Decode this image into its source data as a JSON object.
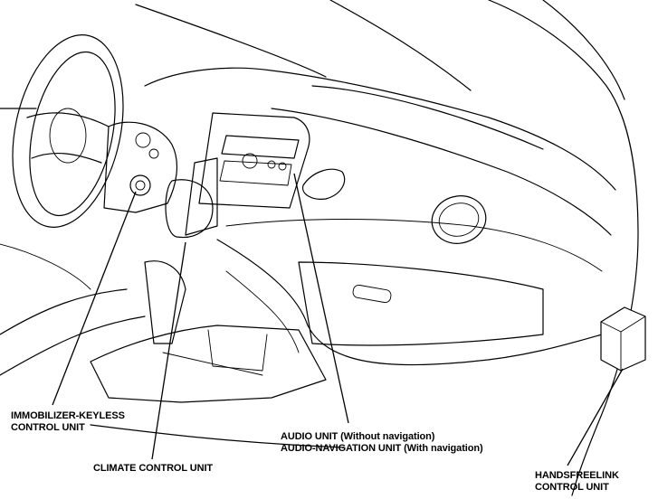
{
  "diagram": {
    "labels": {
      "immobilizer": [
        "IMMOBILIZER-KEYLESS",
        "CONTROL UNIT"
      ],
      "climate": "CLIMATE CONTROL UNIT",
      "audio": [
        "AUDIO UNIT (Without navigation)",
        "AUDIO-NAVIGATION UNIT (With navigation)"
      ],
      "handsfreelink": [
        "HANDSFREELINK",
        "CONTROL UNIT"
      ]
    }
  }
}
